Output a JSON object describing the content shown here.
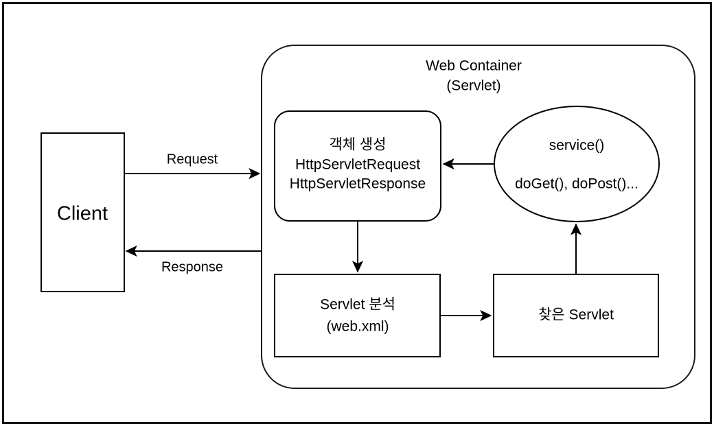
{
  "diagram": {
    "title_visible": false,
    "colors": {
      "stroke": "#000000",
      "frame": "#141414",
      "background": "#ffffff",
      "text": "#000000"
    },
    "client": {
      "label": "Client"
    },
    "container": {
      "title_line1": "Web Container",
      "title_line2": "(Servlet)"
    },
    "object_creation": {
      "line1": "객체 생성",
      "line2": "HttpServletRequest",
      "line3": "HttpServletResponse"
    },
    "service_ellipse": {
      "line1": "service()",
      "line2": "doGet(), doPost()..."
    },
    "servlet_analysis": {
      "line1": "Servlet 분석",
      "line2": "(web.xml)"
    },
    "found_servlet": {
      "label": "찾은 Servlet"
    },
    "arrows": {
      "request_label": "Request",
      "response_label": "Response"
    }
  }
}
